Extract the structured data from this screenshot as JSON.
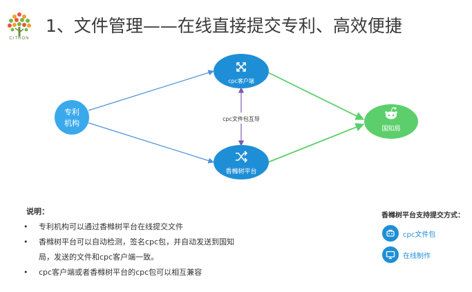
{
  "header": {
    "title": "1、文件管理——在线直接提交专利、高效便捷",
    "logo_text": "CITRON"
  },
  "diagram": {
    "nodes": {
      "agency": "专利\n机构",
      "agency_line1": "专利",
      "agency_line2": "机构",
      "cpc_client": "cpc客户端",
      "platform": "香橼树平台",
      "office": "国知局"
    },
    "edge_label": "cpc文件包互导",
    "colors": {
      "blue": "#1e8fd6",
      "blue_light": "#3aa9ec",
      "green": "#5ccf6c",
      "arrow_blue": "#4a90d9",
      "arrow_green": "#5ccf6c",
      "arrow_purple": "#7a5ab0"
    }
  },
  "description": {
    "title": "说明：",
    "items": [
      "专利机构可以通过香橼树平台在线提交文件",
      "香橼树平台可以自动检测，签名cpc包，并自动发送到国知局，发送的文件和cpc客户端一致。",
      "cpc客户端或者香橼树平台的cpc包可以相互兼容"
    ],
    "item2_line1": "香橼树平台可以自动检测，签名cpc包，并自动发送到国知",
    "item2_line2": "局，发送的文件和cpc客户端一致。"
  },
  "support": {
    "title": "香橼树平台支持提交方式：",
    "options": [
      {
        "label": "cpc文件包",
        "icon": "package-icon"
      },
      {
        "label": "在线制作",
        "icon": "monitor-icon"
      }
    ]
  }
}
